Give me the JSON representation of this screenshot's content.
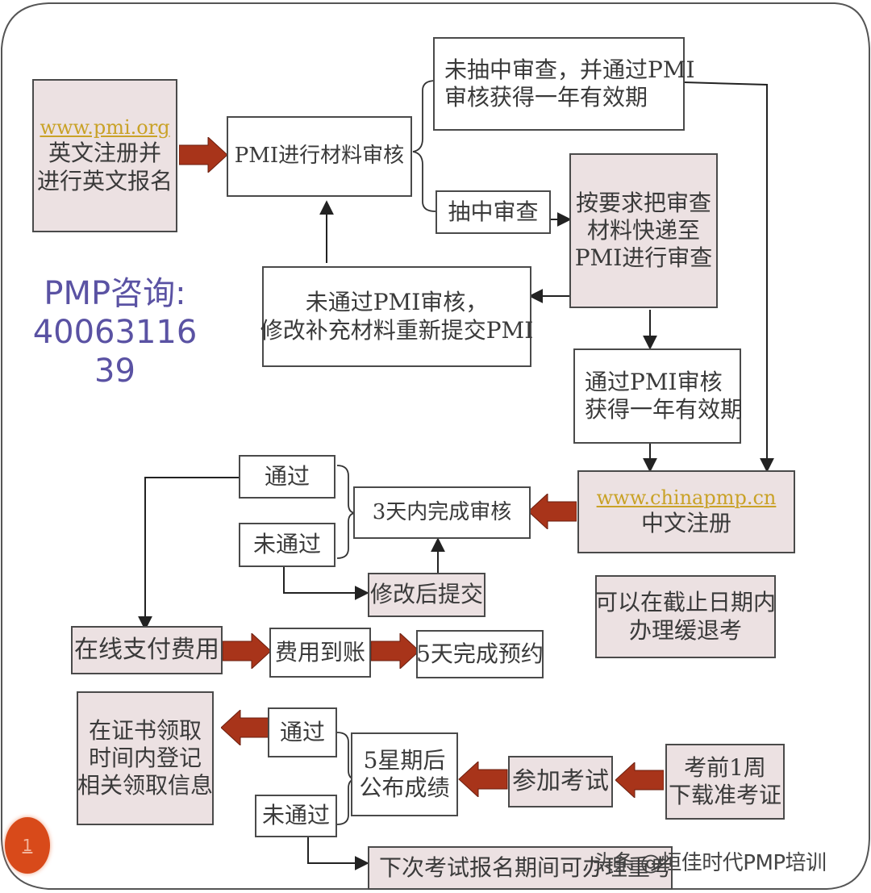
{
  "diagram": {
    "title": "PMP报名考试流程",
    "contact": {
      "line1": "PMP咨询:",
      "line2": "40063116",
      "line3": "39"
    },
    "page_badge": "1",
    "watermark": "头条 @恒佳时代PMP培训",
    "colors": {
      "arrow_red": "#a8341a",
      "box_pink": "#ece1e2",
      "link_gold": "#c9a227",
      "contact_purple": "#5a52a3",
      "badge_orange": "#d84a1a"
    },
    "nodes": {
      "pmi_register": {
        "link": "www.pmi.org",
        "lines": [
          "英文注册并",
          "进行英文报名"
        ]
      },
      "pmi_review": {
        "lines": [
          "PMI进行材料审核"
        ]
      },
      "not_audited": {
        "lines": [
          "未抽中审查，并通过PMI",
          "审核获得一年有效期"
        ]
      },
      "audited": {
        "lines": [
          "抽中审查"
        ]
      },
      "send_materials": {
        "lines": [
          "按要求把审查",
          "材料快递至",
          "PMI进行审查"
        ]
      },
      "audit_failed": {
        "lines": [
          "未通过PMI审核，",
          "修改补充材料重新提交PMI"
        ]
      },
      "audit_passed": {
        "lines": [
          "通过PMI审核",
          "获得一年有效期"
        ]
      },
      "chinapmp_register": {
        "link": "www.chinapmp.cn",
        "lines": [
          "中文注册"
        ]
      },
      "review_3days": {
        "lines": [
          "3天内完成审核"
        ]
      },
      "review_pass": {
        "lines": [
          "通过"
        ]
      },
      "review_fail": {
        "lines": [
          "未通过"
        ]
      },
      "resubmit": {
        "lines": [
          "修改后提交"
        ]
      },
      "defer_note": {
        "lines": [
          "可以在截止日期内",
          "办理缓退考"
        ]
      },
      "pay_online": {
        "lines": [
          "在线支付费用"
        ]
      },
      "payment_received": {
        "lines": [
          "费用到账"
        ]
      },
      "booking_5days": {
        "lines": [
          "5天完成预约"
        ]
      },
      "download_admission": {
        "lines": [
          "考前1周",
          "下载准考证"
        ]
      },
      "take_exam": {
        "lines": [
          "参加考试"
        ]
      },
      "results_5weeks": {
        "lines": [
          "5星期后",
          "公布成绩"
        ]
      },
      "exam_pass": {
        "lines": [
          "通过"
        ]
      },
      "exam_fail": {
        "lines": [
          "未通过"
        ]
      },
      "certificate": {
        "lines": [
          "在证书领取",
          "时间内登记",
          "相关领取信息"
        ]
      },
      "retake": {
        "lines": [
          "下次考试报名期间可办理重考"
        ]
      }
    }
  }
}
